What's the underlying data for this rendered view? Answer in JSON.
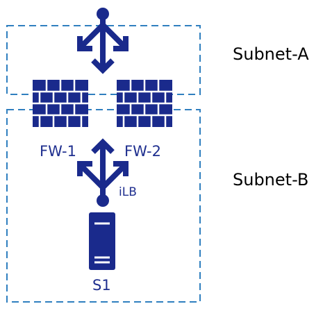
{
  "subnets": {
    "a": {
      "label": "Subnet-A"
    },
    "b": {
      "label": "Subnet-B"
    }
  },
  "firewalls": [
    {
      "label": "FW-1",
      "icon": "firewall-icon"
    },
    {
      "label": "FW-2",
      "icon": "firewall-icon"
    }
  ],
  "load_balancers": {
    "external": {
      "label": "",
      "icon": "load-balancer-icon"
    },
    "internal": {
      "label": "iLB",
      "icon": "load-balancer-icon"
    }
  },
  "server": {
    "label": "S1",
    "icon": "server-icon"
  },
  "colors": {
    "icon": "#1a2a8c",
    "subnet_border": "#2f7fbf",
    "brick_line": "#ffffff",
    "text": "#000000"
  }
}
